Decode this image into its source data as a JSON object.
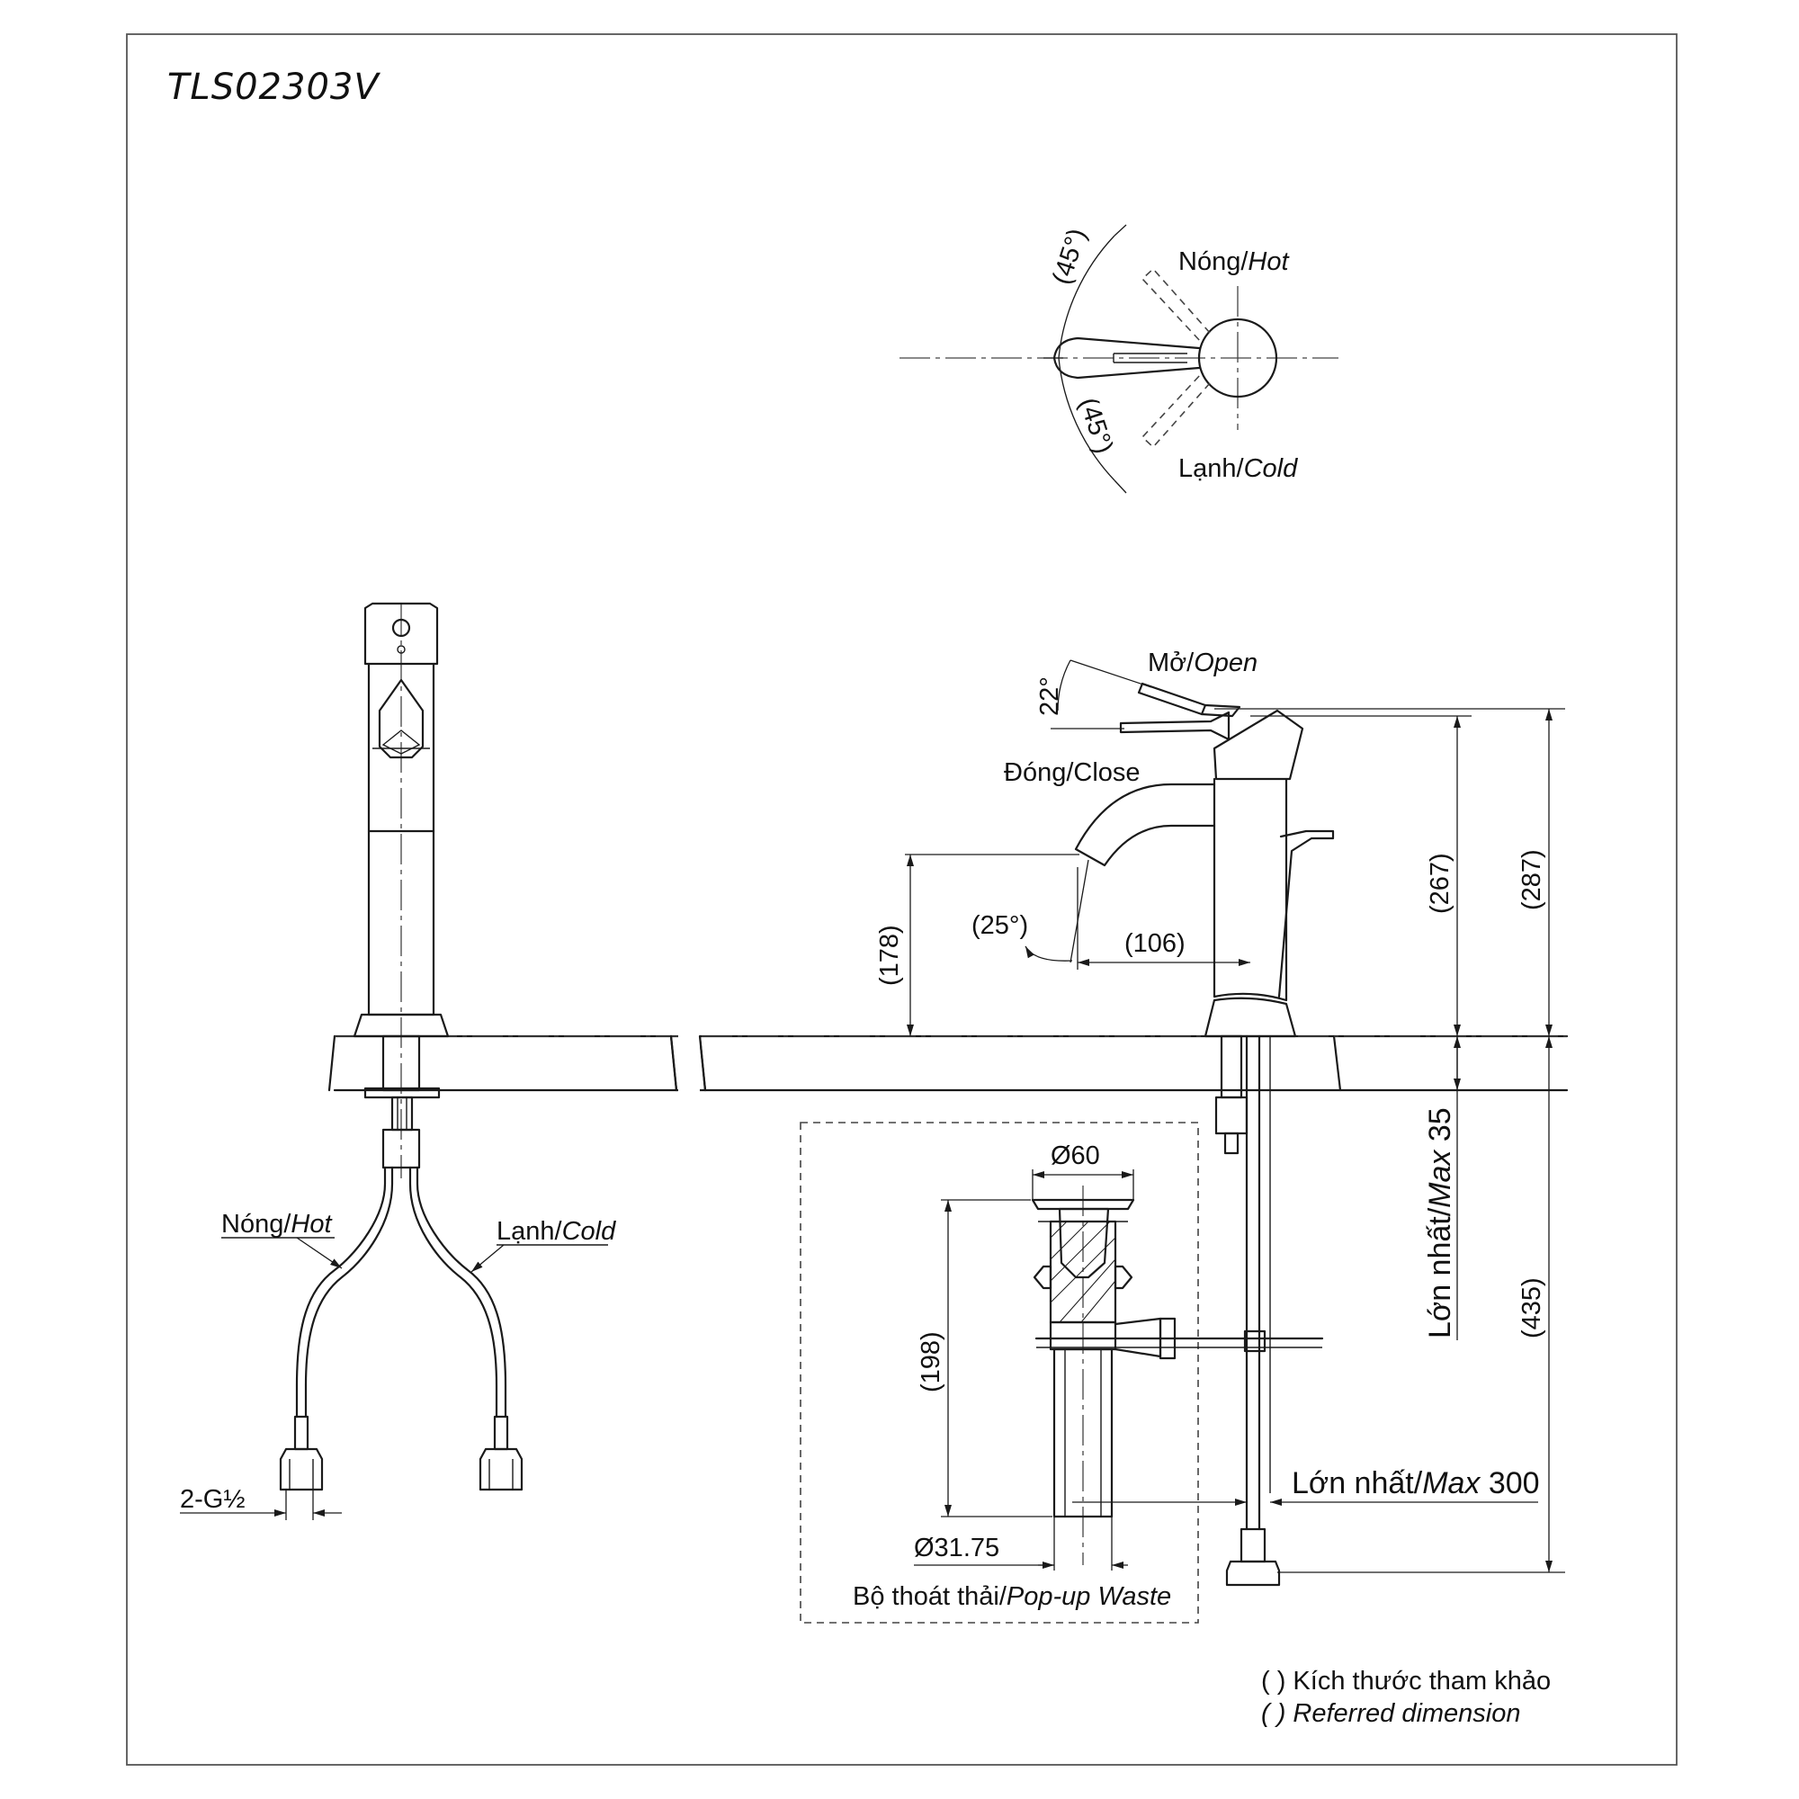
{
  "model": "TLS02303V",
  "handle_rotation": {
    "hot_label": "Nóng/",
    "hot_label_en": "Hot",
    "cold_label": "Lạnh/",
    "cold_label_en": "Cold",
    "angle_upper": "(45°)",
    "angle_lower": "(45°)"
  },
  "front_view": {
    "hot_label": "Nóng/",
    "hot_label_en": "Hot",
    "cold_label": "Lạnh/",
    "cold_label_en": "Cold",
    "thread": "2-G½"
  },
  "side_view": {
    "open_label": "Mở/",
    "open_label_en": "Open",
    "close_label": "Đóng/Close",
    "angle_lever": "22°",
    "angle_spout": "(25°)",
    "spout_height": "(178)",
    "spout_reach": "(106)",
    "lever_height": "(267)",
    "total_height": "(287)",
    "below_deck": "(435)",
    "max_deck": "Lớn nhất/",
    "max_deck_en": "Max",
    "max_deck_value": " 35",
    "max_rod": "Lớn nhất/",
    "max_rod_en": "Max",
    "max_rod_value": " 300"
  },
  "popup_waste": {
    "flange_dia": "Ø60",
    "tail_dia": "Ø31.75",
    "height": "(198)",
    "caption": "Bộ thoát thải/",
    "caption_en": "Pop-up Waste"
  },
  "notes": {
    "ref_vi": "( ) Kích thước tham khảo",
    "ref_en": "( ) Referred dimension"
  }
}
